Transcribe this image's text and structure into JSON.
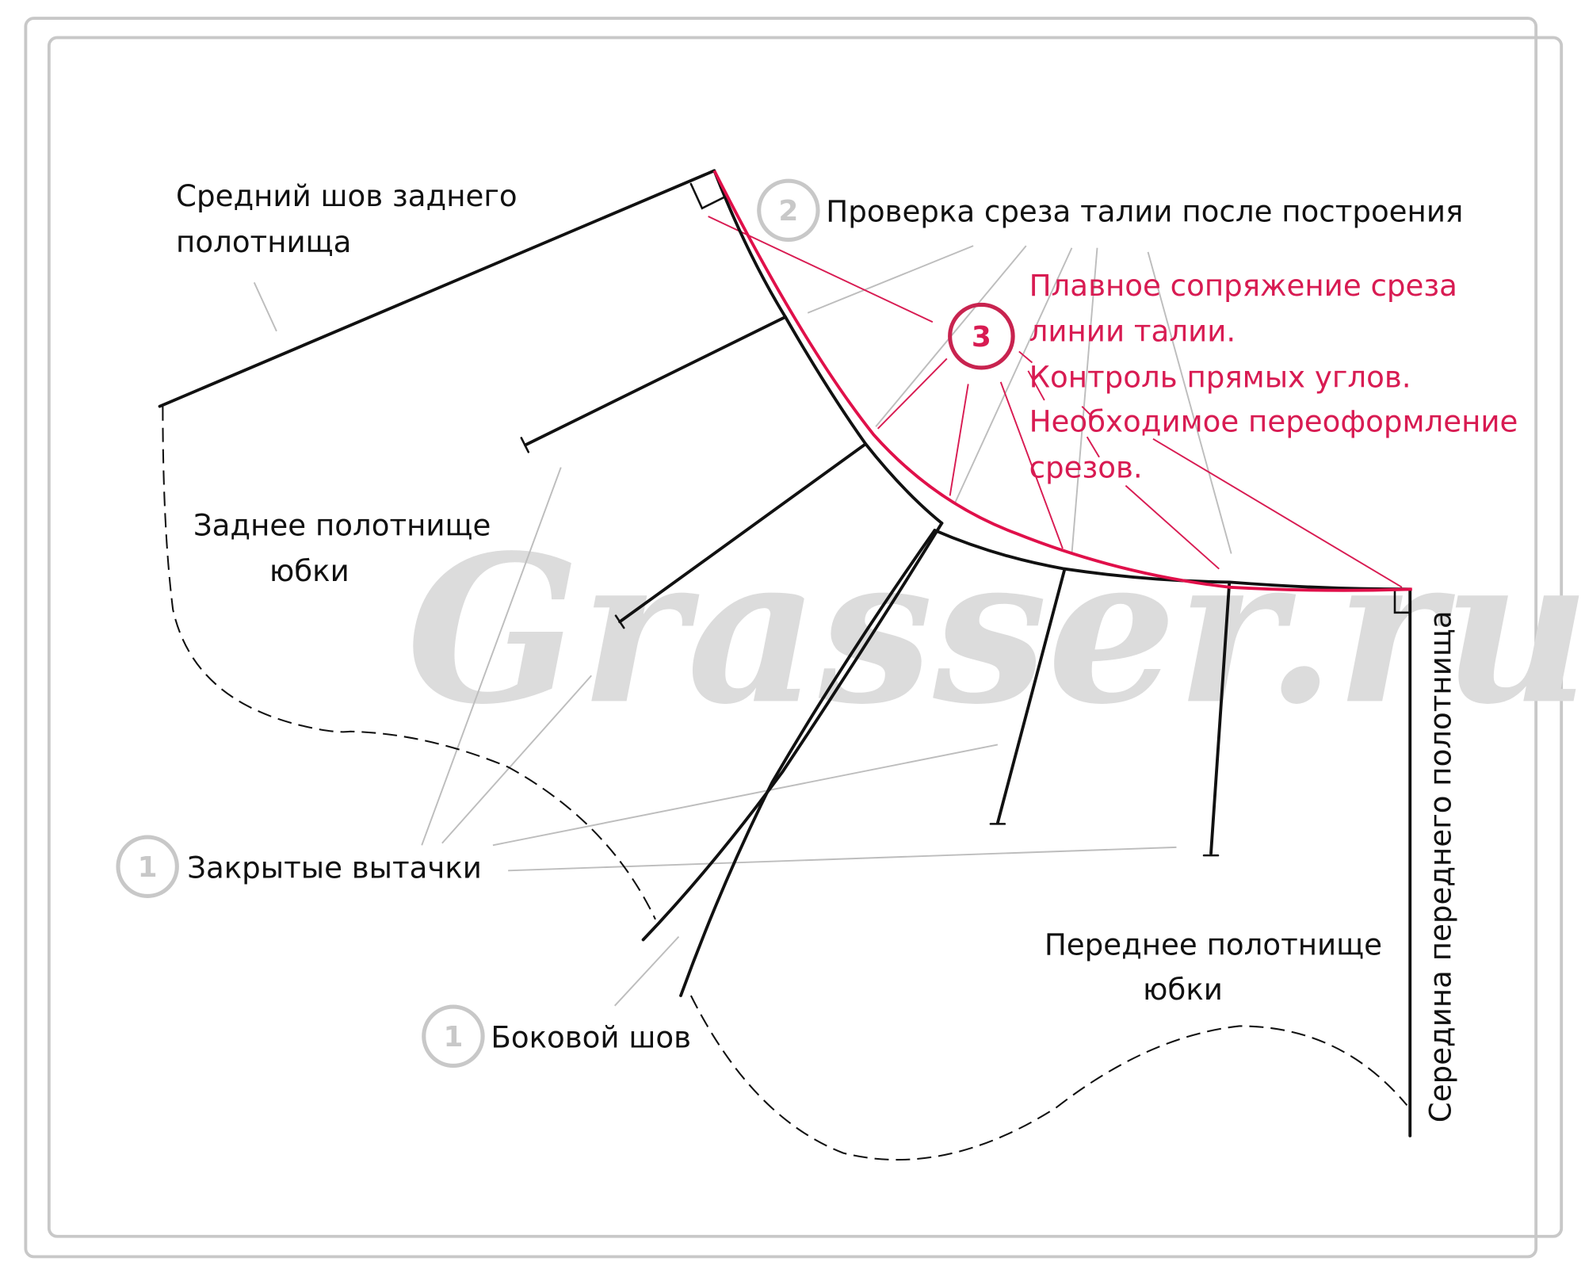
{
  "watermark": "Grasser.ru",
  "labels": {
    "back_center_seam": [
      "Средний шов заднего",
      "полотнища"
    ],
    "back_panel": [
      "Заднее полотнище",
      "юбки"
    ],
    "front_panel": [
      "Переднее полотнище",
      "юбки"
    ],
    "front_center": "Середина переднего полотнища",
    "closed_darts": "Закрытые вытачки",
    "side_seam": "Боковой шов",
    "waist_check": "Проверка среза талии после построения",
    "note_3": [
      "Плавное сопряжение среза",
      "линии талии.",
      "Контроль прямых углов.",
      "Необходимое переоформление",
      "срезов."
    ]
  },
  "step_numbers": {
    "closed_darts": "1",
    "side_seam": "1",
    "waist_check": "2",
    "note_3": "3"
  },
  "colors": {
    "accent": "#e0104a",
    "step3": "#c8234f",
    "step_grey": "#c8c8c8",
    "leader_grey": "#bdbdbd"
  }
}
